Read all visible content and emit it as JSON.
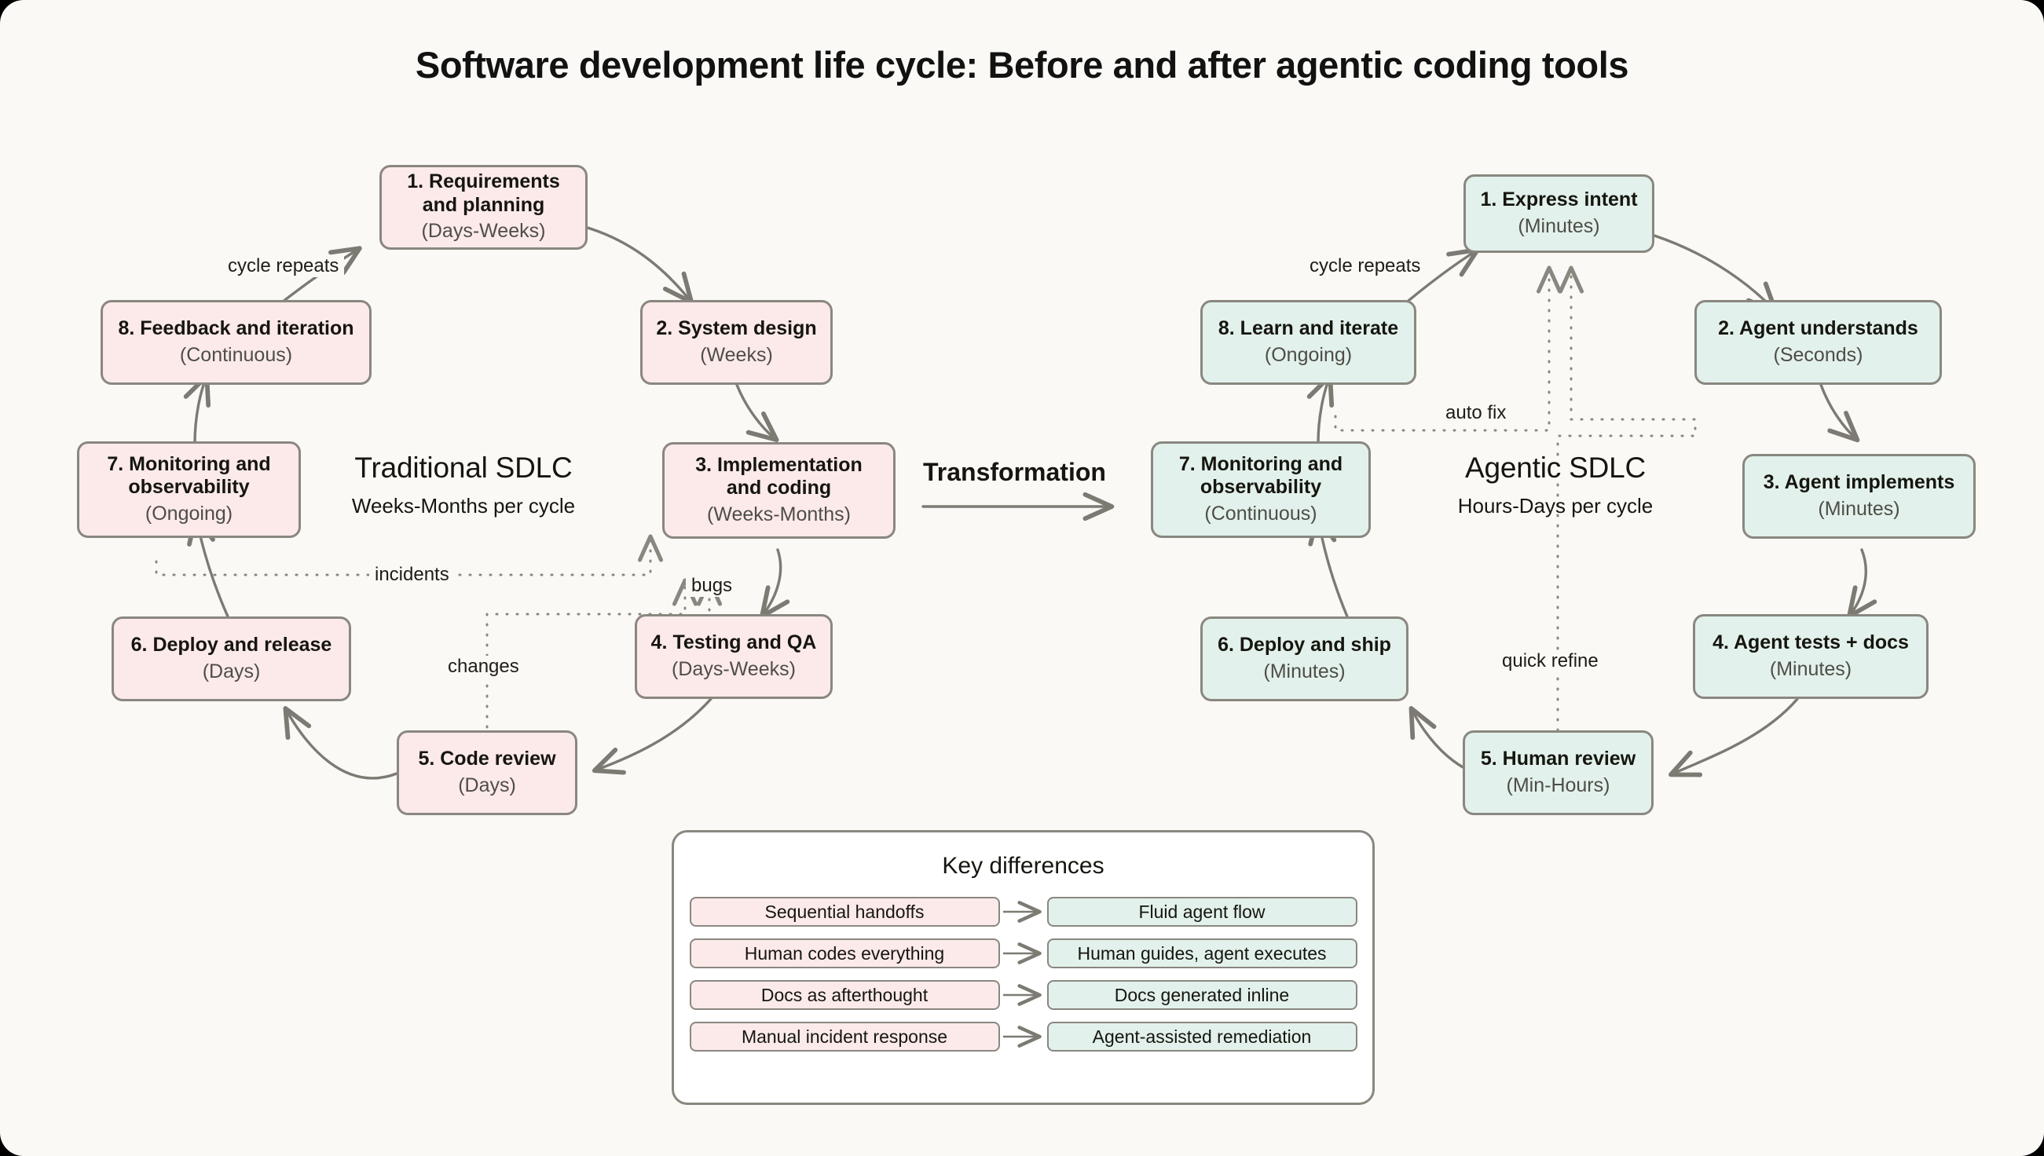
{
  "title": "Software development life cycle: Before and after agentic coding tools",
  "colors": {
    "background": "#faf9f5",
    "traditional_fill": "#fbeae9",
    "agentic_fill": "#e2f1eb",
    "border": "#8a8780",
    "text": "#16150f",
    "muted_text": "#4f4d47"
  },
  "transformation_label": "Transformation",
  "traditional": {
    "caption_title": "Traditional SDLC",
    "caption_subtitle": "Weeks-Months per cycle",
    "nodes": [
      {
        "label": "1. Requirements\nand planning",
        "label_lines": [
          "1. Requirements",
          "and planning"
        ],
        "duration": "(Days-Weeks)"
      },
      {
        "label": "2. System design",
        "label_lines": [
          "2. System design"
        ],
        "duration": "(Weeks)"
      },
      {
        "label": "3. Implementation\nand coding",
        "label_lines": [
          "3. Implementation",
          "and coding"
        ],
        "duration": "(Weeks-Months)"
      },
      {
        "label": "4. Testing and QA",
        "label_lines": [
          "4. Testing and QA"
        ],
        "duration": "(Days-Weeks)"
      },
      {
        "label": "5. Code review",
        "label_lines": [
          "5. Code review"
        ],
        "duration": "(Days)"
      },
      {
        "label": "6. Deploy and release",
        "label_lines": [
          "6. Deploy and release"
        ],
        "duration": "(Days)"
      },
      {
        "label": "7. Monitoring and\nobservability",
        "label_lines": [
          "7. Monitoring and",
          "observability"
        ],
        "duration": "(Ongoing)"
      },
      {
        "label": "8. Feedback and iteration",
        "label_lines": [
          "8. Feedback and iteration"
        ],
        "duration": "(Continuous)"
      }
    ],
    "edge_labels": {
      "cycle_repeats": "cycle repeats",
      "incidents": "incidents",
      "bugs": "bugs",
      "changes": "changes"
    }
  },
  "agentic": {
    "caption_title": "Agentic SDLC",
    "caption_subtitle": "Hours-Days per cycle",
    "nodes": [
      {
        "label": "1. Express intent",
        "label_lines": [
          "1. Express intent"
        ],
        "duration": "(Minutes)"
      },
      {
        "label": "2. Agent understands",
        "label_lines": [
          "2. Agent understands"
        ],
        "duration": "(Seconds)"
      },
      {
        "label": "3. Agent implements",
        "label_lines": [
          "3. Agent implements"
        ],
        "duration": "(Minutes)"
      },
      {
        "label": "4. Agent tests + docs",
        "label_lines": [
          "4. Agent tests + docs"
        ],
        "duration": "(Minutes)"
      },
      {
        "label": "5. Human review",
        "label_lines": [
          "5. Human review"
        ],
        "duration": "(Min-Hours)"
      },
      {
        "label": "6. Deploy and ship",
        "label_lines": [
          "6. Deploy and ship"
        ],
        "duration": "(Minutes)"
      },
      {
        "label": "7. Monitoring and\nobservability",
        "label_lines": [
          "7. Monitoring and",
          "observability"
        ],
        "duration": "(Continuous)"
      },
      {
        "label": "8. Learn and iterate",
        "label_lines": [
          "8. Learn and iterate"
        ],
        "duration": "(Ongoing)"
      }
    ],
    "edge_labels": {
      "cycle_repeats": "cycle repeats",
      "auto_fix": "auto fix",
      "quick_refine": "quick refine"
    }
  },
  "legend": {
    "title": "Key differences",
    "rows": [
      {
        "before": "Sequential handoffs",
        "after": "Fluid agent flow"
      },
      {
        "before": "Human codes everything",
        "after": "Human guides, agent executes"
      },
      {
        "before": "Docs as afterthought",
        "after": "Docs generated inline"
      },
      {
        "before": "Manual incident response",
        "after": "Agent-assisted remediation"
      }
    ]
  }
}
